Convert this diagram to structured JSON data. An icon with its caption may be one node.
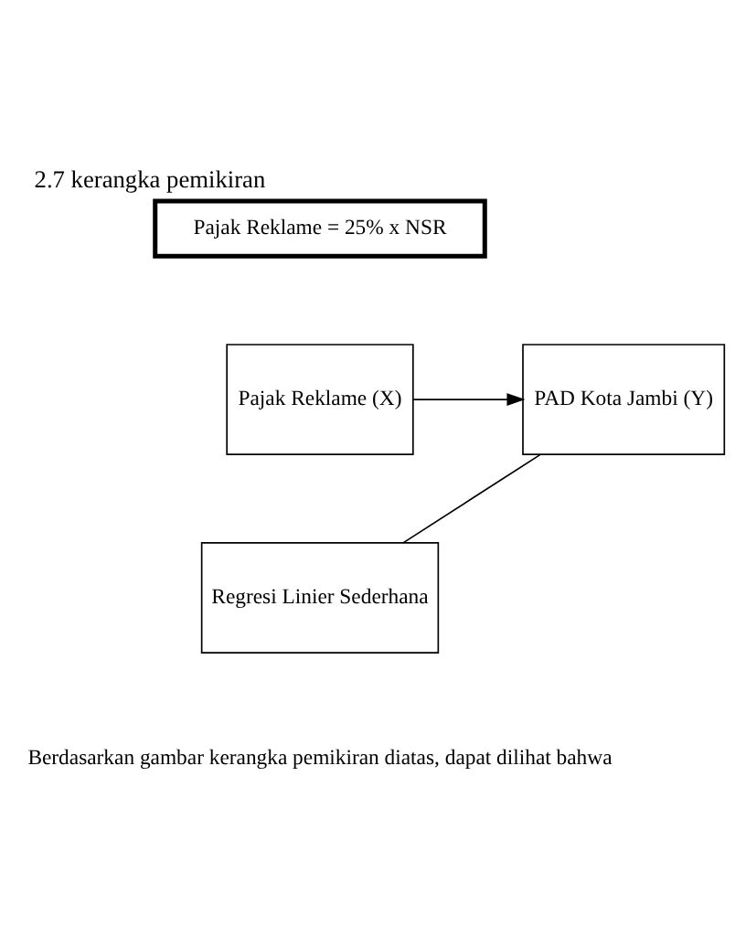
{
  "diagram": {
    "title": "2.7 kerangka pemikiran",
    "nodes": [
      {
        "text": [
          "Pajak Reklame = 25% x NSR"
        ]
      },
      {
        "text": [
          "Pajak Reklame (X)"
        ]
      },
      {
        "text": [
          "PAD Kota Jambi (Y)"
        ]
      },
      {
        "text": [
          "Regresi Linier Sederhana"
        ]
      }
    ],
    "edges": [
      {
        "from": 1,
        "to": 2,
        "arrow": "to"
      },
      {
        "from": 3,
        "to": 2,
        "arrow": "none"
      }
    ],
    "labels": [
      "Berdasarkan gambar kerangka pemikiran diatas, dapat dilihat bahwa"
    ]
  }
}
